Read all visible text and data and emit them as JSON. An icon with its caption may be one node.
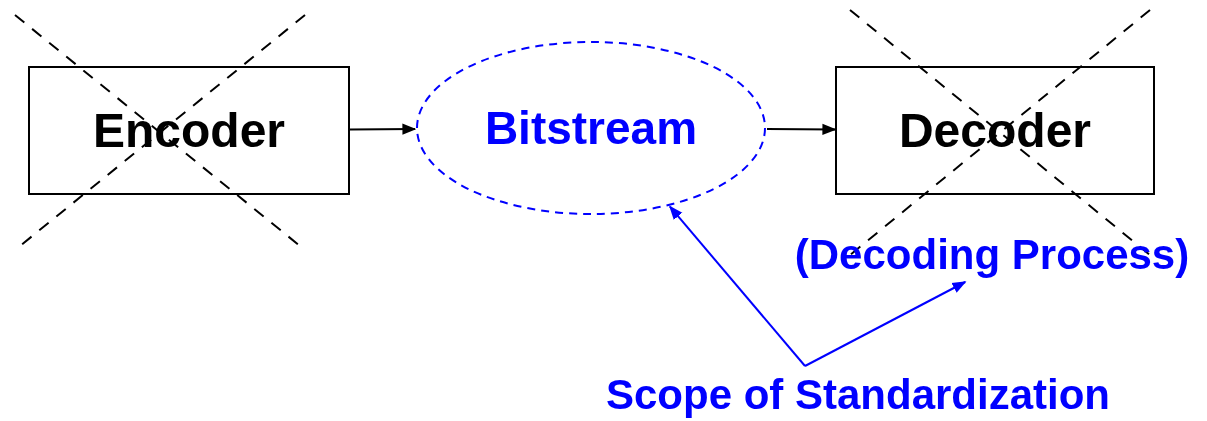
{
  "diagram": {
    "nodes": [
      {
        "text": [
          "Encoder"
        ]
      },
      {
        "text": [
          "Bitstream"
        ]
      },
      {
        "text": [
          "Decoder"
        ]
      },
      {
        "text": [
          "(Decoding Process)"
        ]
      },
      {
        "text": [
          "Scope of Standardization"
        ]
      }
    ],
    "edges": [
      {
        "from": 0,
        "to": 1,
        "arrow": "to"
      },
      {
        "from": 1,
        "to": 2,
        "arrow": "to"
      },
      {
        "from": 4,
        "to": 1,
        "arrow": "to",
        "color": "#0000ff"
      },
      {
        "from": 4,
        "to": 3,
        "arrow": "to",
        "color": "#0000ff"
      }
    ]
  }
}
